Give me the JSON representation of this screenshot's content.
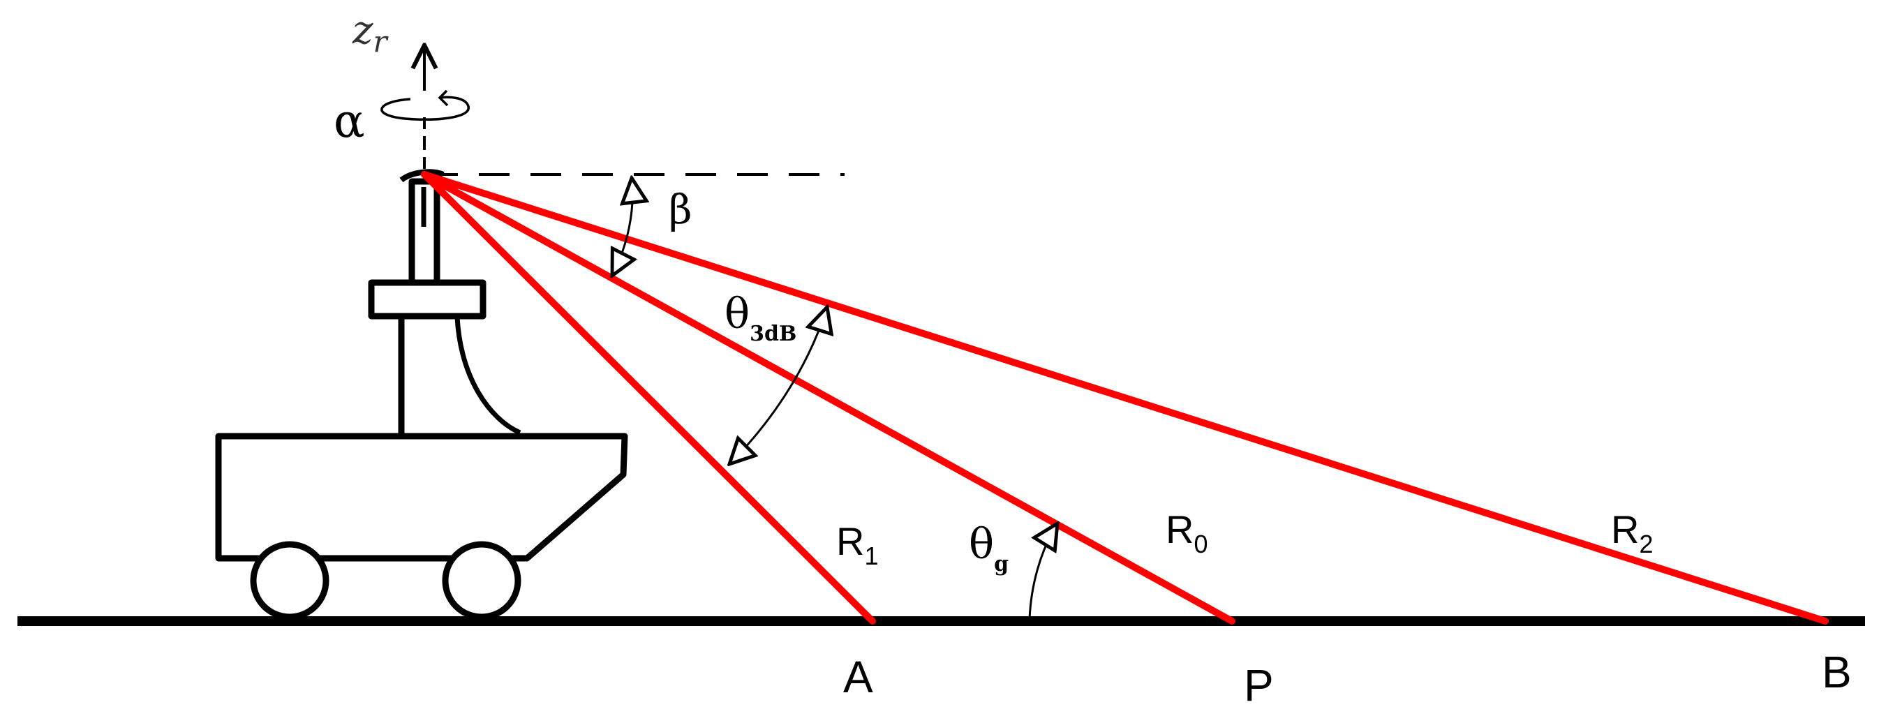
{
  "colors": {
    "beam": "#ff0000",
    "ink": "#000000",
    "background": "#ffffff"
  },
  "labels": {
    "axis_z_main": "z",
    "axis_z_sub": "r",
    "rotation_angle": "α",
    "tilt_angle": "β",
    "beamwidth_main": "θ",
    "beamwidth_sub": "3dB",
    "grazing_main": "θ",
    "grazing_sub": "g",
    "range_near_main": "R",
    "range_near_sub": "1",
    "range_center_main": "R",
    "range_center_sub": "0",
    "range_far_main": "R",
    "range_far_sub": "2",
    "point_near": "A",
    "point_center": "P",
    "point_far": "B"
  }
}
